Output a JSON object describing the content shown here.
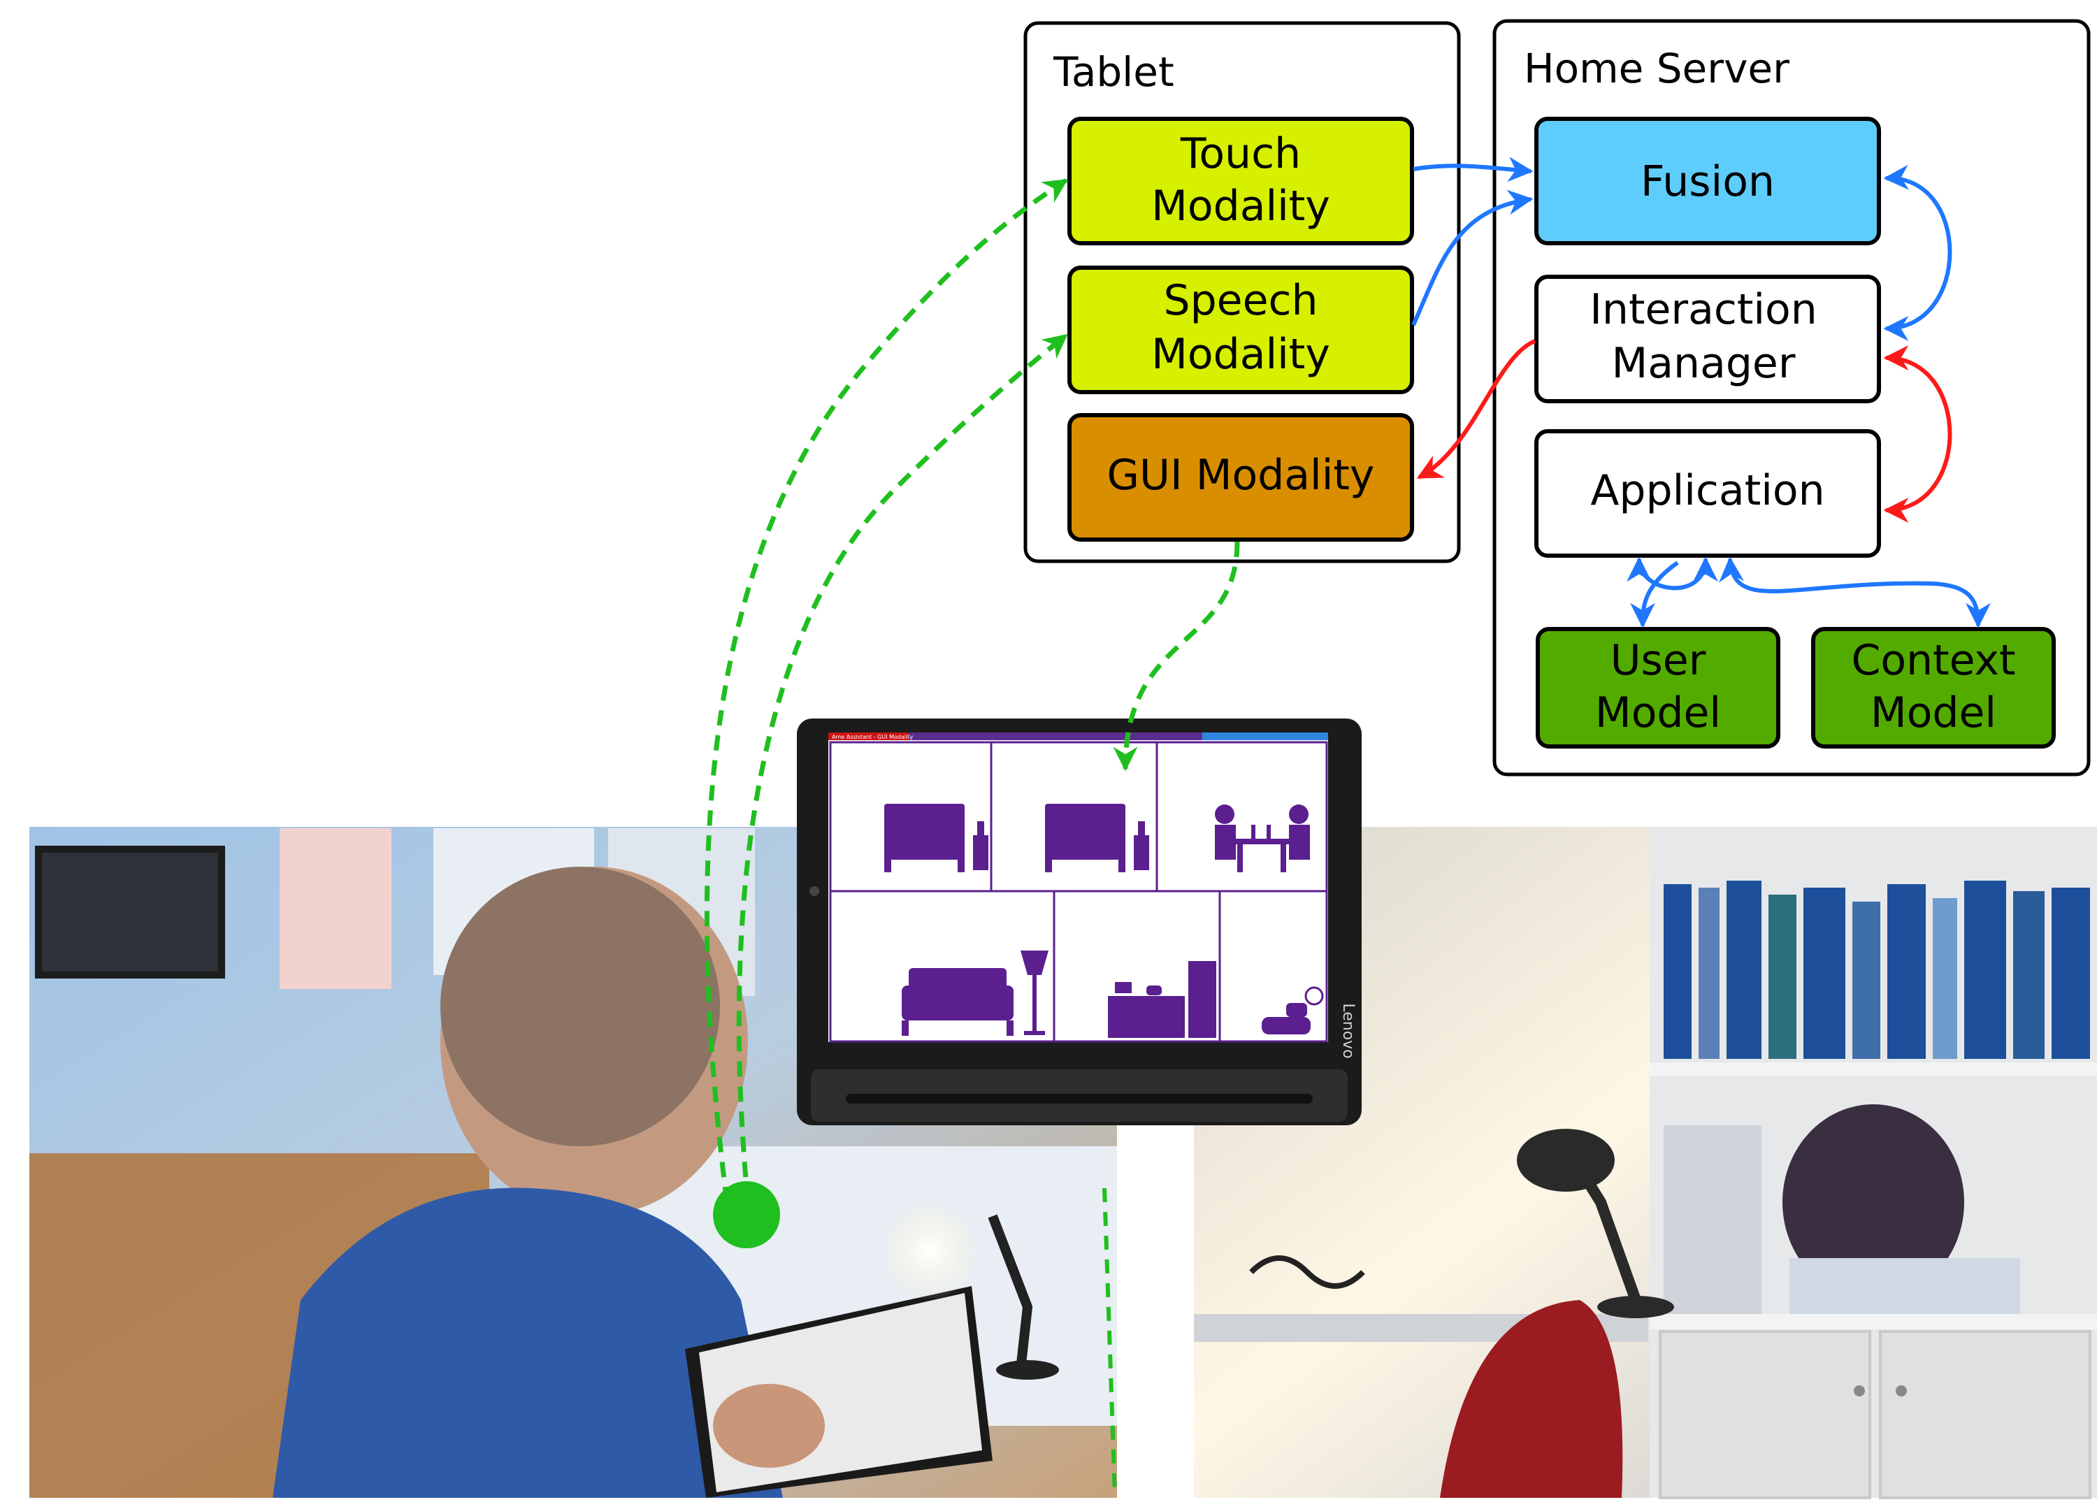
{
  "tablet_group": {
    "title": "Tablet"
  },
  "server_group": {
    "title": "Home Server"
  },
  "modules": {
    "touch": {
      "line1": "Touch",
      "line2": "Modality",
      "color": "#d6f000"
    },
    "speech": {
      "line1": "Speech",
      "line2": "Modality",
      "color": "#d6f000"
    },
    "gui": {
      "line1": "GUI Modality",
      "color": "#d98e00"
    },
    "fusion": {
      "line1": "Fusion",
      "color": "#5fcdfb"
    },
    "im": {
      "line1": "Interaction",
      "line2": "Manager",
      "color": "#ffffff"
    },
    "app": {
      "line1": "Application",
      "color": "#ffffff"
    },
    "user": {
      "line1": "User",
      "line2": "Model",
      "color": "#54ab00"
    },
    "context": {
      "line1": "Context",
      "line2": "Model",
      "color": "#54ab00"
    }
  },
  "colors": {
    "blue_arrow": "#1f77ff",
    "red_arrow": "#ff1a1a",
    "green_dashed": "#1fbf1f",
    "floorplan": "#5b1f8f"
  },
  "device": {
    "brand": "Lenovo",
    "window_title": "Ame Assistant - GUI Modality"
  },
  "photos": {
    "left": "user-at-desk-with-tablet",
    "right": "office-room-with-bookshelf-and-lamp"
  }
}
